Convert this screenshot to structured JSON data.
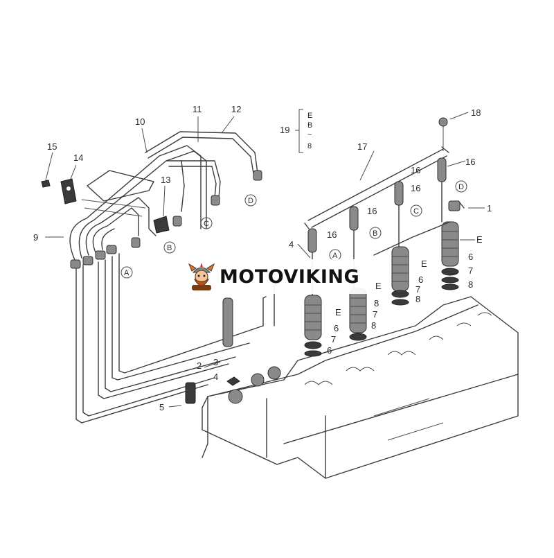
{
  "callouts": {
    "c1": "1",
    "c2": "2",
    "c3": "3",
    "c4a": "4",
    "c4b": "4",
    "c5": "5",
    "c6a": "6",
    "c6b": "6",
    "c6c": "6",
    "c6d": "6",
    "c7a": "7",
    "c7b": "7",
    "c7c": "7",
    "c7d": "7",
    "c8a": "8",
    "c8b": "8",
    "c8c": "8",
    "c8d": "8",
    "c9": "9",
    "c10": "10",
    "c11": "11",
    "c12": "12",
    "c13": "13",
    "c14": "14",
    "c15": "15",
    "c16a": "16",
    "c16b": "16",
    "c16c": "16",
    "c16d": "16",
    "c16e": "16",
    "c17": "17",
    "c18": "18",
    "c19": "19",
    "eA": "E",
    "eB": "E",
    "eC": "E",
    "eD": "E"
  },
  "refs": {
    "A1": "A",
    "B1": "B",
    "C1": "C",
    "D1": "D",
    "A2": "A",
    "B2": "B",
    "C2": "C",
    "D2": "D"
  },
  "bracket_19": [
    "E",
    "B",
    "~",
    "8"
  ],
  "watermark": {
    "brand": "MOTOVIKING",
    "logo_icon": "viking-mascot-icon"
  }
}
